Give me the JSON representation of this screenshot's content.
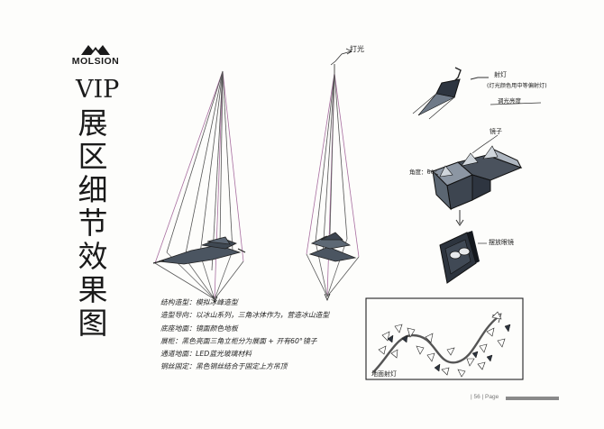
{
  "brand": {
    "name": "MOLSION"
  },
  "title": {
    "vip": "VIP",
    "chars": [
      "展",
      "区",
      "细",
      "节",
      "效",
      "果",
      "图"
    ]
  },
  "annotations": {
    "light_arrow": "打光",
    "spotlight_1": "射灯",
    "spotlight_2": "(灯光颜色用中等偏射灯)",
    "spotlight_3": "调光亮度",
    "mirror": "镜子",
    "angle": "角度：60°",
    "display": "摆放眼镜",
    "floor": "地面射灯"
  },
  "notes": [
    "结构造型：模拟冰峰造型",
    "造型导向：以冰山系列，三角冰体作为，营造冰山造型",
    "底座地面：镜面颜色地板",
    "展柜：黑色亮面三角立柜分为展面 + 开有60°镜子",
    "通道地面：LED蓝光玻璃材料",
    "钢丝固定：黑色钢丝结合于固定上方吊顶"
  ],
  "footer": {
    "page_label": "| 56 | Page"
  }
}
